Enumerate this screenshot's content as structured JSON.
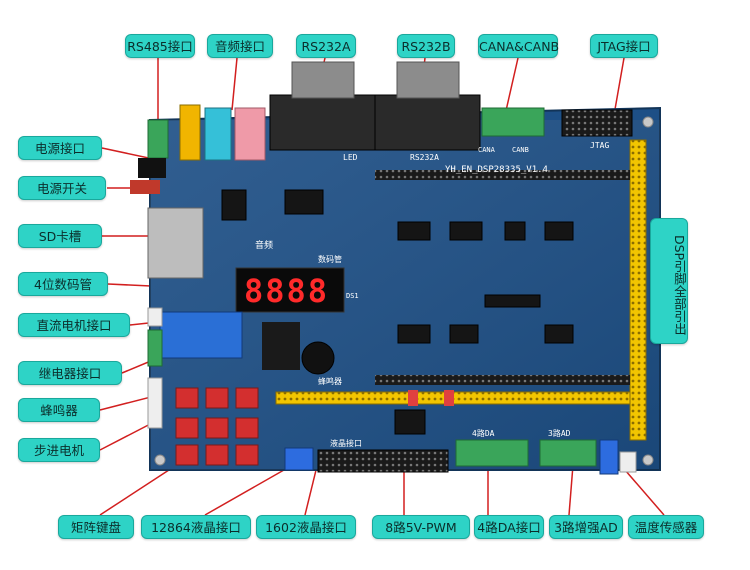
{
  "callouts": {
    "rs485": "RS485接口",
    "audio": "音频接口",
    "rs232a": "RS232A",
    "rs232b": "RS232B",
    "can": "CANA&CANB",
    "jtag": "JTAG接口",
    "power_port": "电源接口",
    "power_switch": "电源开关",
    "sd_slot": "SD卡槽",
    "seg_display": "4位数码管",
    "dc_motor": "直流电机接口",
    "relay": "继电器接口",
    "buzzer": "蜂鸣器",
    "stepper": "步进电机",
    "dsp_pins": "DSP引脚全部引出",
    "keypad": "矩阵键盘",
    "lcd12864": "12864液晶接口",
    "lcd1602": "1602液晶接口",
    "pwm": "8路5V-PWM",
    "da": "4路DA接口",
    "ad": "3路增强AD",
    "temp_sensor": "温度传感器"
  },
  "board": {
    "model": "YH_EN_DSP28335_V1.4",
    "seg_digits": "8888",
    "silk_rs232a": "RS232A",
    "silk_cana": "CANA",
    "silk_canb": "CANB",
    "silk_jtag": "JTAG",
    "silk_led": "LED",
    "silk_audio": "音频",
    "silk_seg": "数码管",
    "silk_buzzer": "蜂鸣器",
    "silk_lcd": "液晶接口",
    "silk_4da": "4路DA",
    "silk_3ad": "3路AD",
    "silk_ds1": "DS1"
  },
  "colors": {
    "label_bg": "#2ed3c6",
    "pcb": "#1d4f86",
    "header_yellow": "#f2c500",
    "terminal_green": "#3aa55a",
    "relay_blue": "#2a6fd6"
  }
}
